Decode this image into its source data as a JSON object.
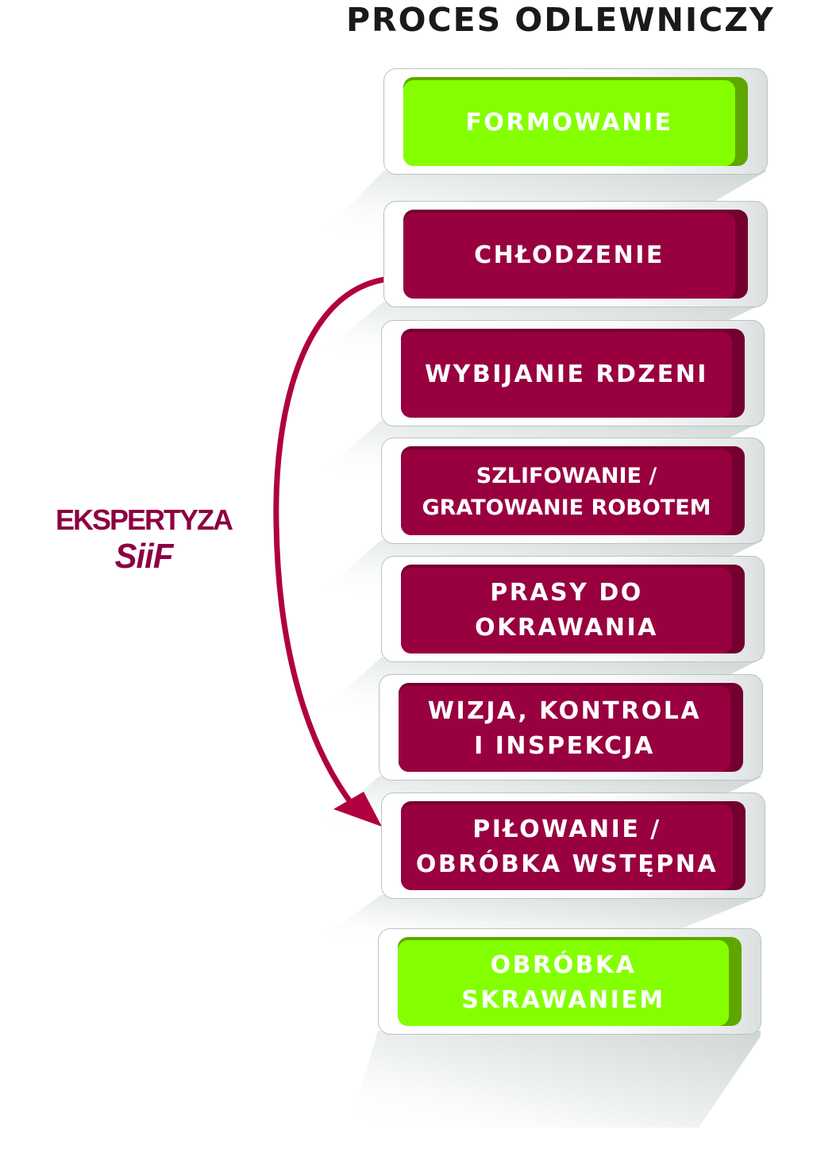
{
  "header": {
    "title": "PROCES ODLEWNICZY"
  },
  "brand": {
    "line1": "EKSPERTYZA",
    "line2": "SiiF"
  },
  "colors": {
    "crimson": "#990040",
    "crimson_side": "#74002f",
    "green": "#84ff00",
    "green_side": "#5ea700",
    "arrow": "#b0003f",
    "title": "#1a1a1a",
    "brand": "#8c0042"
  },
  "steps": [
    {
      "label": "FORMOWANIE",
      "color": "green"
    },
    {
      "label": "CHŁODZENIE",
      "color": "crimson"
    },
    {
      "label": "WYBIJANIE RDZENI",
      "color": "crimson"
    },
    {
      "label": "SZLIFOWANIE /\nGRATOWANIE ROBOTEM",
      "color": "crimson"
    },
    {
      "label": "PRASY DO\nOKRAWANIA",
      "color": "crimson"
    },
    {
      "label": "WIZJA, KONTROLA\nI INSPEKCJA",
      "color": "crimson"
    },
    {
      "label": "PIŁOWANIE /\nOBRÓBKA WSTĘPNA",
      "color": "crimson"
    },
    {
      "label": "OBRÓBKA\nSKRAWANIEM",
      "color": "green"
    }
  ],
  "connector": {
    "from_step": "CHŁODZENIE",
    "to_step": "PIŁOWANIE / OBRÓBKA WSTĘPNA",
    "icon": "curved-arrow-icon"
  }
}
